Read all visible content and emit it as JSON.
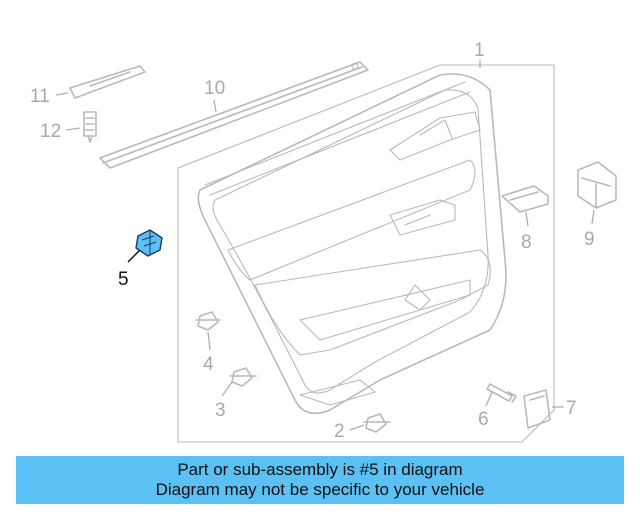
{
  "diagram": {
    "callouts": {
      "c1": "1",
      "c2": "2",
      "c3": "3",
      "c4": "4",
      "c5": "5",
      "c6": "6",
      "c7": "7",
      "c8": "8",
      "c9": "9",
      "c10": "10",
      "c11": "11",
      "c12": "12"
    },
    "highlighted_part": "5",
    "colors": {
      "highlight": "#5bc0f4",
      "line": "#b9b9b9",
      "label": "#a9a9a9",
      "banner": "#5bc0f4"
    }
  },
  "banner": {
    "line1": "Part or sub-assembly is #5 in diagram",
    "line2": "Diagram may not be specific to your vehicle"
  }
}
